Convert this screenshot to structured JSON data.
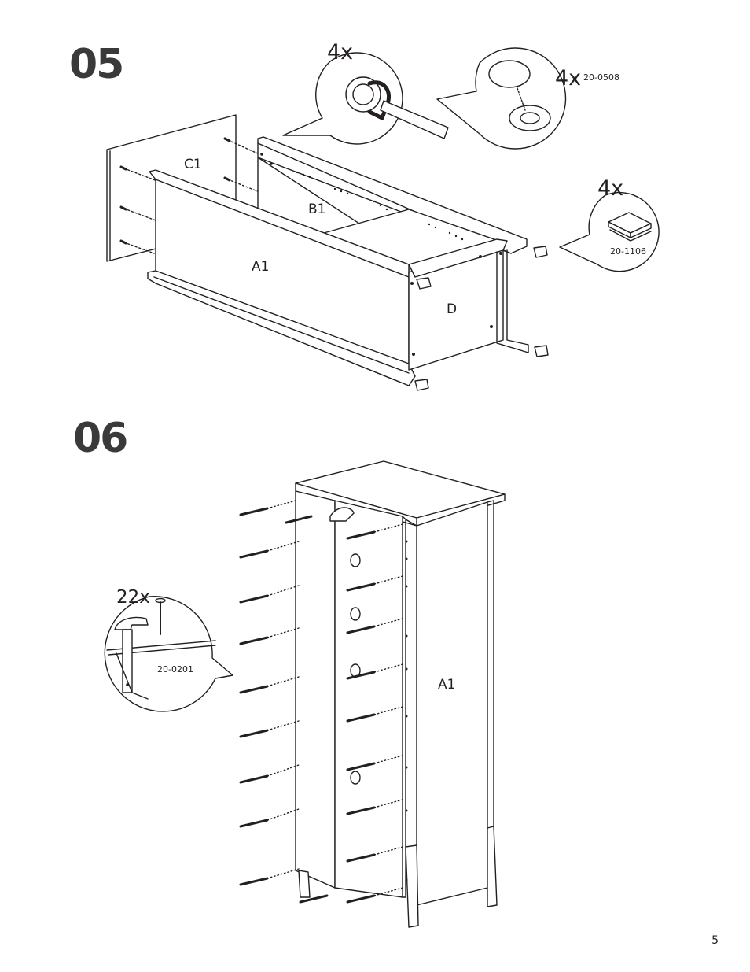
{
  "page": {
    "number": "5"
  },
  "step05": {
    "number": "05",
    "parts": {
      "c1": "C1",
      "b1": "B1",
      "a1": "A1",
      "d": "D"
    },
    "callout_cam": {
      "qty": "4x"
    },
    "callout_cap": {
      "qty": "4x",
      "part_no": "20-0508"
    },
    "callout_pads": {
      "qty": "4x",
      "part_no": "20-1106"
    }
  },
  "step06": {
    "number": "06",
    "parts": {
      "a1": "A1"
    },
    "callout_nails": {
      "qty": "22x",
      "part_no": "20-0201"
    }
  }
}
